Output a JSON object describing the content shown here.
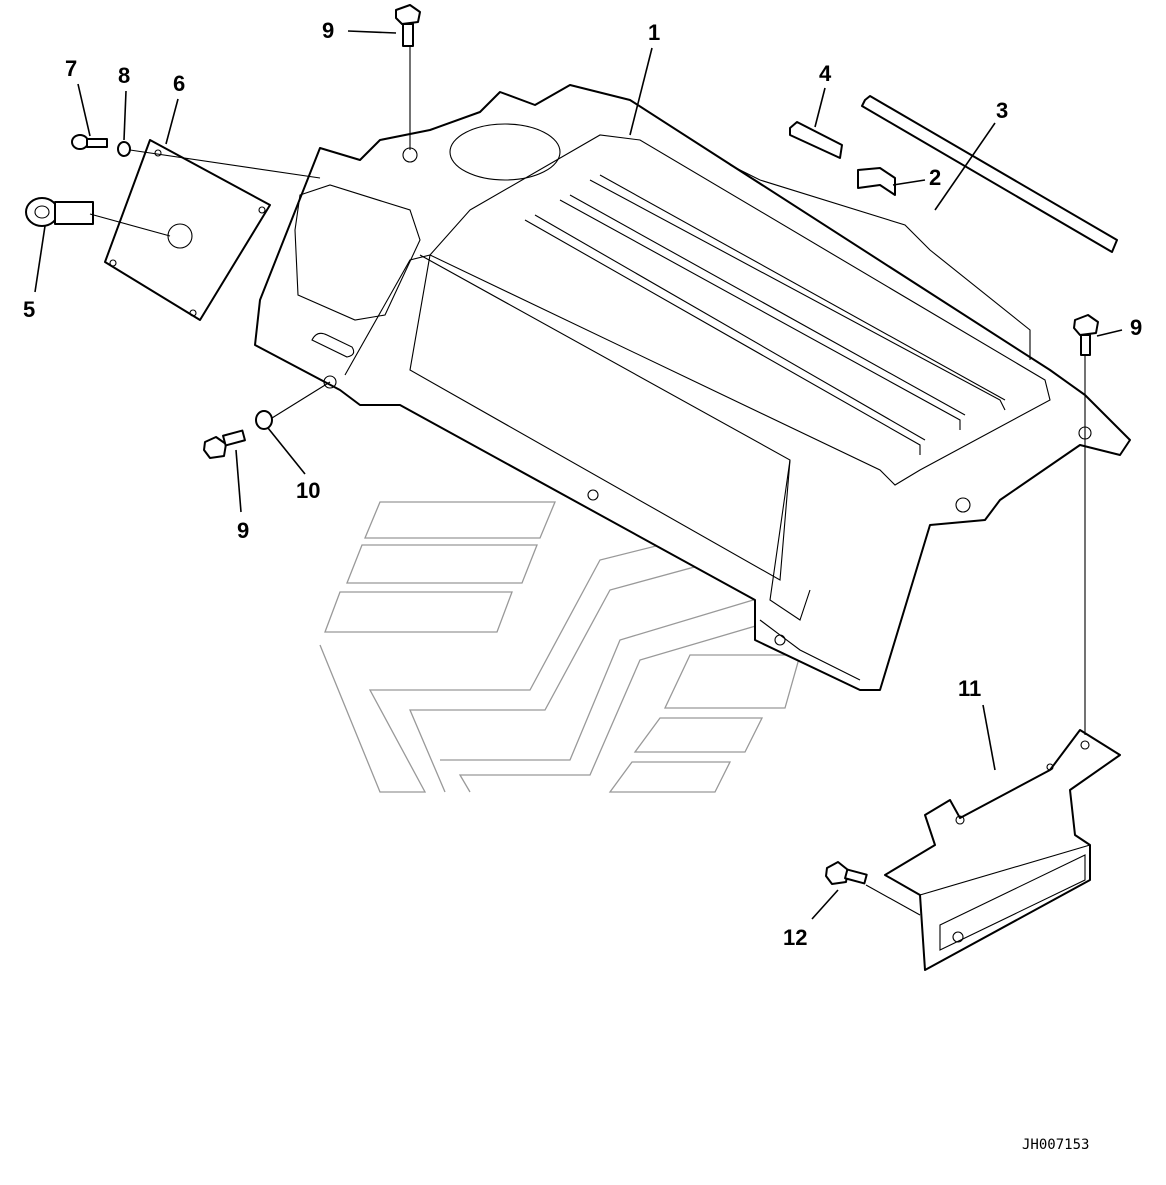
{
  "diagram": {
    "drawing_code": "JH007153",
    "callouts": {
      "c1": "1",
      "c2": "2",
      "c3": "3",
      "c4": "4",
      "c5": "5",
      "c6": "6",
      "c7": "7",
      "c8": "8",
      "c9a": "9",
      "c9b": "9",
      "c9c": "9",
      "c10": "10",
      "c11": "11",
      "c12": "12"
    }
  }
}
